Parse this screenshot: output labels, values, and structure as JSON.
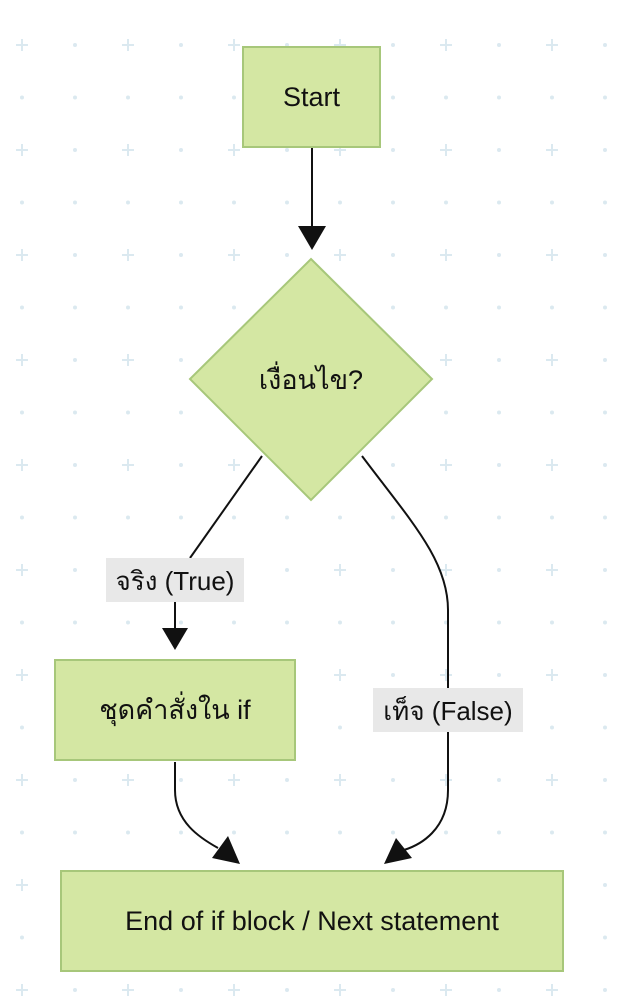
{
  "diagram": {
    "nodes": {
      "start": {
        "label": "Start"
      },
      "condition": {
        "label": "เงื่อนไข?"
      },
      "if_block": {
        "label": "ชุดคำสั่งใน if"
      },
      "end": {
        "label": "End of if block / Next statement"
      }
    },
    "edges": {
      "true_branch": {
        "label": "จริง (True)"
      },
      "false_branch": {
        "label": "เท็จ (False)"
      }
    },
    "colors": {
      "node_fill": "#d4e7a3",
      "node_border": "#a7c77a",
      "edge": "#111111",
      "label_background": "#e8e8e8",
      "grid": "#dbe9f0"
    }
  }
}
